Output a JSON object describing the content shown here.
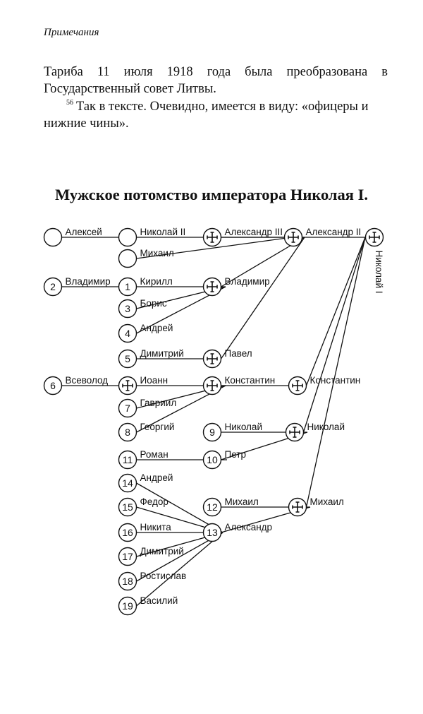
{
  "header": "Примечания",
  "paragraph1": "Тариба 11 июля 1918 года была преобразована в Государственный совет Литвы.",
  "note": {
    "number": "56",
    "text": "Так в тексте. Очевидно, имеется в виду: «офицеры и нижние чины»."
  },
  "title": "Мужское потомство императора Николая I.",
  "tree": {
    "root": "Николай I",
    "nodes": {
      "alexei": {
        "label": "Алексей",
        "mark": ""
      },
      "vladimir2": {
        "label": "Владимир",
        "mark": "2"
      },
      "vsevolod": {
        "label": "Всеволод",
        "mark": "6"
      },
      "nikolai2": {
        "label": "Николай II",
        "mark": ""
      },
      "mikhail_a": {
        "label": "Михаил",
        "mark": ""
      },
      "kirill": {
        "label": "Кирилл",
        "mark": "1"
      },
      "boris": {
        "label": "Борис",
        "mark": "3"
      },
      "andrei_v": {
        "label": "Андрей",
        "mark": "4"
      },
      "dimitri_p": {
        "label": "Димитрий",
        "mark": "5"
      },
      "ioann": {
        "label": "Иоанн",
        "mark": "cross"
      },
      "gavriil": {
        "label": "Гавриил",
        "mark": "7"
      },
      "georgi": {
        "label": "Георгий",
        "mark": "8"
      },
      "roman": {
        "label": "Роман",
        "mark": "11"
      },
      "andrei_a": {
        "label": "Андрей",
        "mark": "14"
      },
      "fedor": {
        "label": "Федор",
        "mark": "15"
      },
      "nikita": {
        "label": "Никита",
        "mark": "16"
      },
      "dimitri_a": {
        "label": "Димитрий",
        "mark": "17"
      },
      "rostislav": {
        "label": "Ростислав",
        "mark": "18"
      },
      "vasili": {
        "label": "Василий",
        "mark": "19"
      },
      "alexander3": {
        "label": "Александр III",
        "mark": "cross"
      },
      "vladimir_a": {
        "label": "Владимир",
        "mark": "cross"
      },
      "pavel": {
        "label": "Павел",
        "mark": "cross"
      },
      "konstantin_k": {
        "label": "Константин",
        "mark": "cross"
      },
      "nikolai_9": {
        "label": "Николай",
        "mark": "9"
      },
      "petr": {
        "label": "Петр",
        "mark": "10"
      },
      "mikhail_12": {
        "label": "Михаил",
        "mark": "12"
      },
      "alexander_13": {
        "label": "Александр",
        "mark": "13"
      },
      "alexander2": {
        "label": "Александр II",
        "mark": "cross"
      },
      "konstantin_n": {
        "label": "Константин",
        "mark": "cross"
      },
      "nikolai_n": {
        "label": "Николай",
        "mark": "cross"
      },
      "mikhail_n": {
        "label": "Михаил",
        "mark": "cross"
      }
    },
    "edges": [
      [
        "alexei",
        "nikolai2"
      ],
      [
        "nikolai2",
        "alexander3"
      ],
      [
        "mikhail_a",
        "alexander3"
      ],
      [
        "alexander3",
        "alexander2"
      ],
      [
        "alexander2",
        "root"
      ],
      [
        "vladimir2",
        "kirill"
      ],
      [
        "kirill",
        "vladimir_a"
      ],
      [
        "boris",
        "vladimir_a"
      ],
      [
        "andrei_v",
        "vladimir_a"
      ],
      [
        "vladimir_a",
        "alexander2"
      ],
      [
        "dimitri_p",
        "pavel"
      ],
      [
        "pavel",
        "alexander2"
      ],
      [
        "vsevolod",
        "ioann"
      ],
      [
        "ioann",
        "konstantin_k"
      ],
      [
        "gavriil",
        "konstantin_k"
      ],
      [
        "georgi",
        "konstantin_k"
      ],
      [
        "konstantin_k",
        "konstantin_n"
      ],
      [
        "konstantin_n",
        "root"
      ],
      [
        "nikolai_9",
        "nikolai_n"
      ],
      [
        "petr",
        "nikolai_n"
      ],
      [
        "nikolai_n",
        "root"
      ],
      [
        "roman",
        "petr"
      ],
      [
        "mikhail_12",
        "mikhail_n"
      ],
      [
        "alexander_13",
        "mikhail_n"
      ],
      [
        "mikhail_n",
        "root"
      ],
      [
        "andrei_a",
        "alexander_13"
      ],
      [
        "fedor",
        "alexander_13"
      ],
      [
        "nikita",
        "alexander_13"
      ],
      [
        "dimitri_a",
        "alexander_13"
      ],
      [
        "rostislav",
        "alexander_13"
      ],
      [
        "vasili",
        "alexander_13"
      ]
    ]
  }
}
